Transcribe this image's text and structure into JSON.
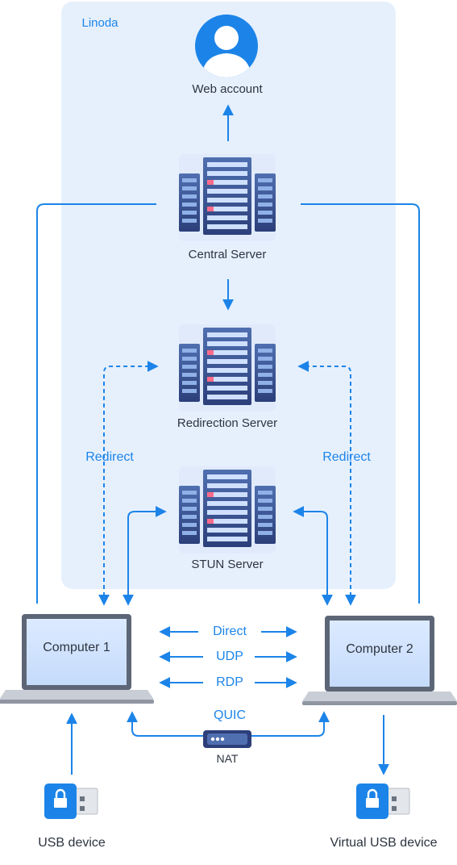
{
  "region": {
    "label": "Linoda"
  },
  "nodes": {
    "web_account": "Web account",
    "central_server": "Central Server",
    "redirection_server": "Redirection Server",
    "stun_server": "STUN Server",
    "computer1": "Computer 1",
    "computer2": "Computer 2",
    "nat": "NAT",
    "usb_device": "USB device",
    "virtual_usb_device": "Virtual USB device"
  },
  "links": {
    "redirect_left": "Redirect",
    "redirect_right": "Redirect",
    "direct": "Direct",
    "udp": "UDP",
    "rdp": "RDP",
    "quic": "QUIC"
  },
  "colors": {
    "region_fill": "#e6f0fd",
    "arrow": "#1c84e8",
    "accent": "#1c84e8"
  }
}
